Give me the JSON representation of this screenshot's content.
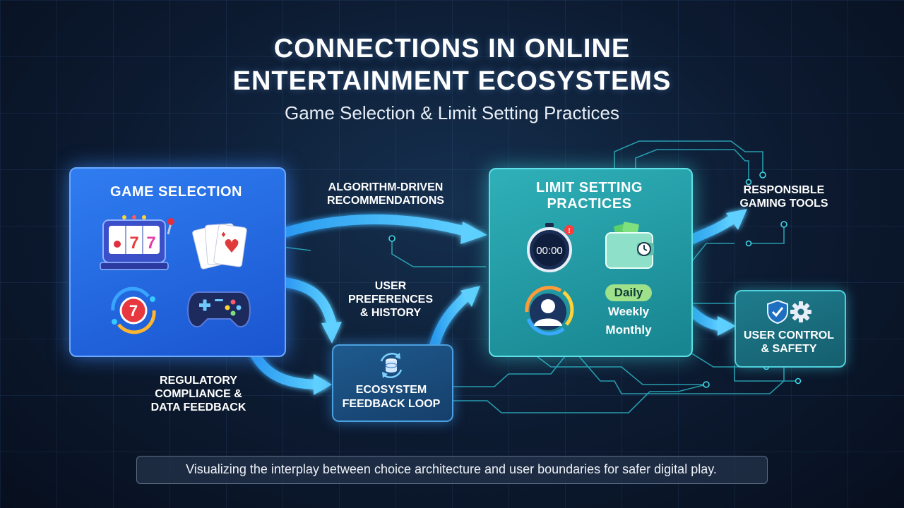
{
  "header": {
    "title_line1": "CONNECTIONS IN ONLINE",
    "title_line2": "ENTERTAINMENT ECOSYSTEMS",
    "subtitle": "Game Selection & Limit Setting Practices"
  },
  "nodes": {
    "game_selection": {
      "label": "GAME SELECTION"
    },
    "limit_setting": {
      "line1": "LIMIT SETTING",
      "line2": "PRACTICES"
    },
    "feedback_loop": {
      "line1": "ECOSYSTEM",
      "line2": "FEEDBACK LOOP"
    },
    "user_control": {
      "line1": "USER CONTROL",
      "line2": "& SAFETY"
    },
    "responsible_tools": {
      "line1": "RESPONSIBLE",
      "line2": "GAMING TOOLS"
    }
  },
  "edges": {
    "algorithm": {
      "line1": "ALGORITHM-DRIVEN",
      "line2": "RECOMMENDATIONS"
    },
    "preferences": {
      "line1": "USER",
      "line2": "PREFERENCES",
      "line3": "& HISTORY"
    },
    "regulatory": {
      "line1": "REGULATORY",
      "line2": "COMPLIANCE &",
      "line3": "DATA FEEDBACK"
    }
  },
  "limit_periods": [
    "Daily",
    "Weekly",
    "Monthly"
  ],
  "timer_display": "00:00",
  "footer": "Visualizing the interplay between choice architecture and user boundaries for safer digital play.",
  "icons": {
    "game_selection": [
      "slot-machine-icon",
      "playing-cards-icon",
      "lucky-seven-chip-icon",
      "gamepad-icon"
    ],
    "limit_setting": [
      "stopwatch-icon",
      "wallet-icon",
      "user-profile-icon"
    ],
    "feedback_loop": "database-sync-icon",
    "user_control": [
      "shield-check-icon",
      "gear-icon"
    ]
  },
  "colors": {
    "game_box": "#2369e0",
    "limit_box": "#22a0a8",
    "arrow": "#3fb8ff",
    "daily_badge": "#9fe08a"
  }
}
